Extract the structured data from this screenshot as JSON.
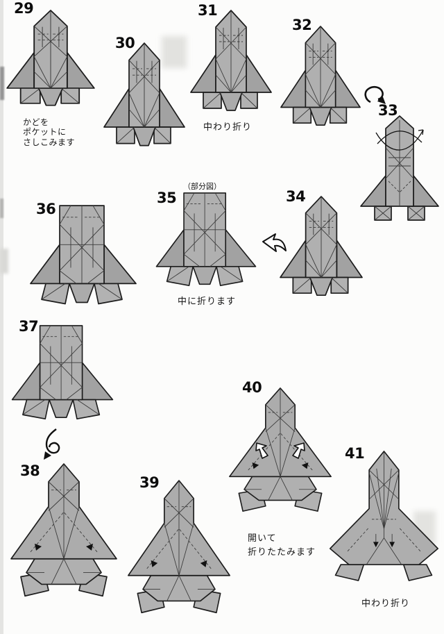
{
  "page": {
    "kind": "origami instruction book page (scanned)",
    "background_color": "#fcfcfb",
    "paper_gray": "#aeaeae",
    "outline_color": "#1c1c1c"
  },
  "steps": {
    "s29": {
      "number": "29",
      "caption": "かどを\nポケットに\nさしこみます"
    },
    "s30": {
      "number": "30"
    },
    "s31": {
      "number": "31",
      "caption": "中わり折り"
    },
    "s32": {
      "number": "32"
    },
    "s33": {
      "number": "33"
    },
    "s34": {
      "number": "34"
    },
    "s35": {
      "number": "35",
      "note": "（部分図）",
      "caption": "中に折ります"
    },
    "s36": {
      "number": "36"
    },
    "s37": {
      "number": "37"
    },
    "s38": {
      "number": "38"
    },
    "s39": {
      "number": "39"
    },
    "s40": {
      "number": "40",
      "caption": "開いて\n折りたたみます"
    },
    "s41": {
      "number": "41",
      "caption": "中わり折り"
    }
  },
  "icons": {
    "rotate": "rotate-symbol (loop arrow, before step 33)",
    "turn_over": "turn-over symbol (loop arrow, before step 38)",
    "partial_view_arrow": "hollow left arrow (from step 34 to enlarged step 35)",
    "push_arrows": "white push arrows inside step 40 figure"
  }
}
